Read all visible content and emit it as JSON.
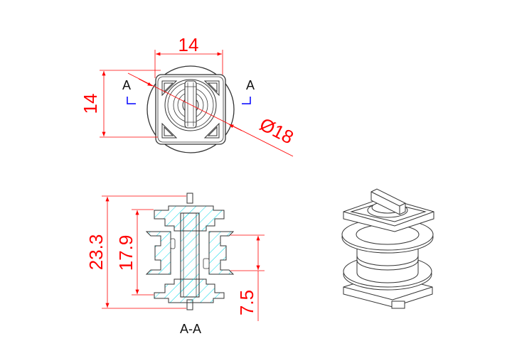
{
  "colors": {
    "dimension": "#ff0000",
    "outline": "#333333",
    "hatch": "#00d8e8",
    "section_marker": "#0000ff",
    "background": "#ffffff"
  },
  "top_view": {
    "width_dim": "14",
    "height_dim": "14",
    "diameter_dim": "Ø18",
    "section_label_left": "A",
    "section_label_right": "A"
  },
  "section_view": {
    "title": "A-A",
    "overall_height_dim": "23.3",
    "body_height_dim": "17.9",
    "flange_gap_dim": "7.5"
  },
  "iso_view": {
    "description": "isometric view of part"
  }
}
